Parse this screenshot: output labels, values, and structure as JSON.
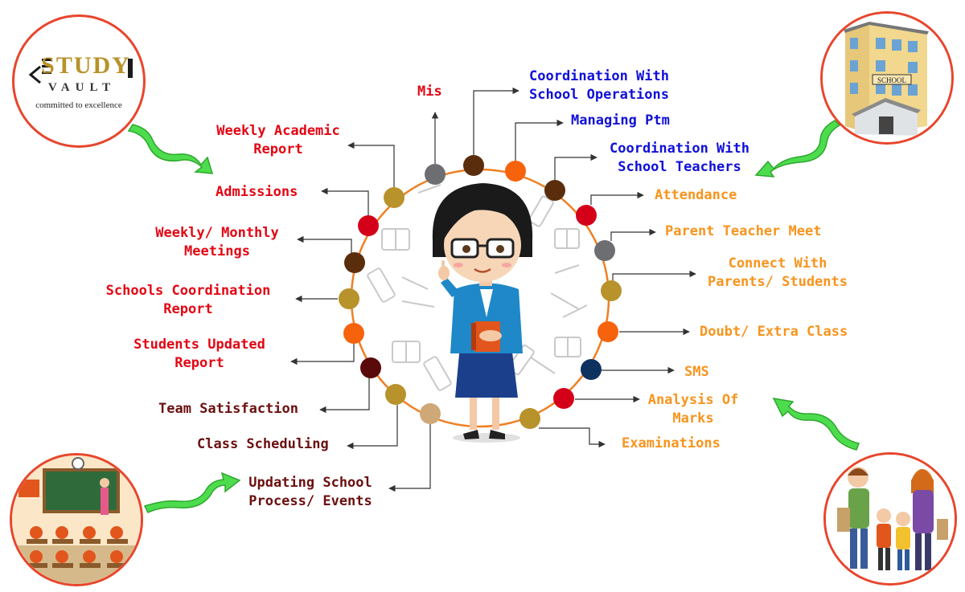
{
  "colors": {
    "red": "#e30613",
    "blue": "#1010d8",
    "orange": "#f7941d",
    "maroon": "#6b0f0f",
    "ring": "#f07f22",
    "green": "#4ddc4d"
  },
  "logo": {
    "brand": "STUDY",
    "sub": "VAULT",
    "tagline": "committed to excellence"
  },
  "school_sign": "SCHOOL",
  "labels": {
    "mis": "Mis",
    "coord_ops_1": "Coordination With",
    "coord_ops_2": "School Operations",
    "managing_ptm": "Managing Ptm",
    "coord_teachers_1": "Coordination With",
    "coord_teachers_2": "School Teachers",
    "attendance": "Attendance",
    "ptm": "Parent Teacher Meet",
    "connect_1": "Connect With",
    "connect_2": "Parents/ Students",
    "doubt": "Doubt/ Extra Class",
    "sms": "SMS",
    "analysis_1": "Analysis Of",
    "analysis_2": "Marks",
    "examinations": "Examinations",
    "weekly_report_1": "Weekly Academic",
    "weekly_report_2": "Report",
    "admissions": "Admissions",
    "meetings_1": "Weekly/ Monthly",
    "meetings_2": "Meetings",
    "schools_coord_1": "Schools Coordination",
    "schools_coord_2": "Report",
    "students_updated_1": "Students Updated",
    "students_updated_2": "Report",
    "team_satisfaction": "Team Satisfaction",
    "class_scheduling": "Class Scheduling",
    "updating_1": "Updating School",
    "updating_2": "Process/ Events"
  }
}
